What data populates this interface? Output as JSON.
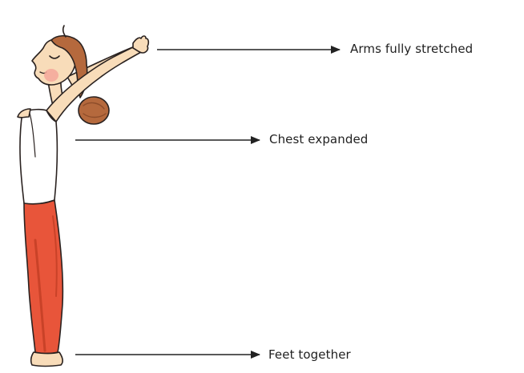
{
  "annotations": {
    "arms": "Arms fully stretched",
    "chest": "Chest expanded",
    "feet": "Feet together"
  },
  "colors": {
    "skin": "#f8dcb9",
    "outline": "#2a2220",
    "hair": "#b5693d",
    "hair_dark": "#8e4d2a",
    "blush": "#f4a79a",
    "tank_top": "#ffffff",
    "pants": "#e8553a",
    "pants_shadow": "#c94228",
    "arrow": "#222222"
  },
  "icons": {
    "figure": "woman-yoga-hands-up-pose-illustration",
    "arrow": "arrow-right-icon"
  }
}
